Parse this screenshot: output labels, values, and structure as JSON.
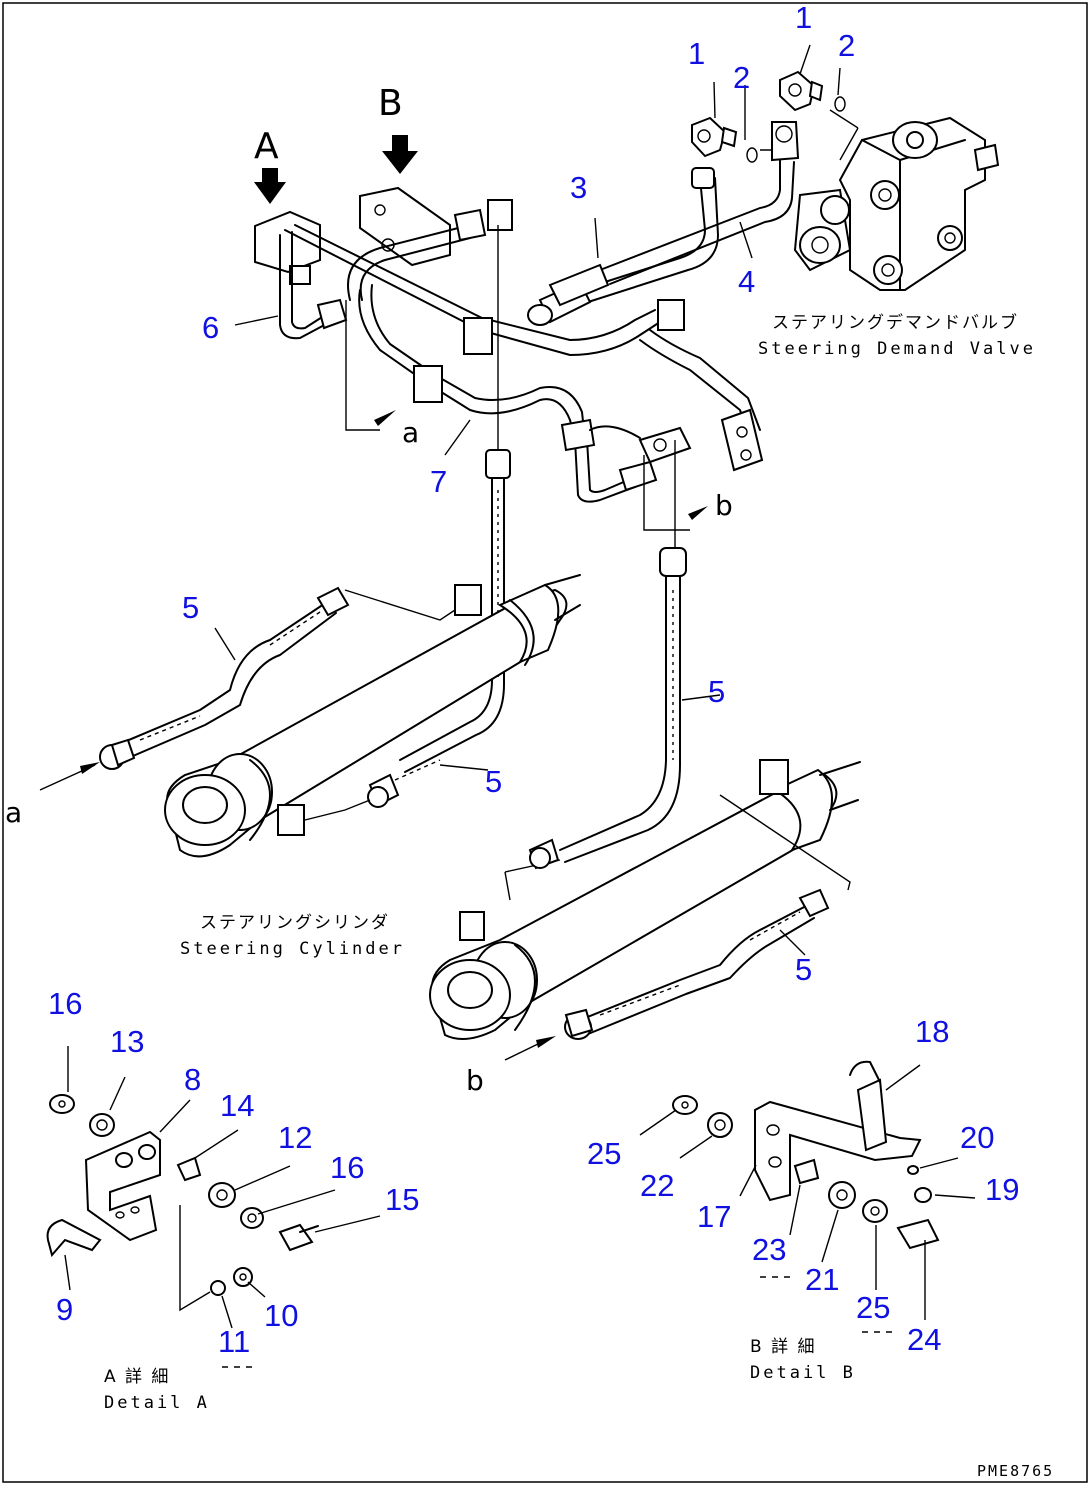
{
  "view_labels": {
    "a": "A",
    "b": "B"
  },
  "callouts": {
    "n1a": "1",
    "n1b": "1",
    "n2a": "2",
    "n2b": "2",
    "n3": "3",
    "n4": "4",
    "n5a": "5",
    "n5b": "5",
    "n5c": "5",
    "n5d": "5",
    "n6": "6",
    "n7": "7",
    "n8": "8",
    "n9": "9",
    "n10": "10",
    "n11": "11",
    "n12": "12",
    "n13": "13",
    "n14": "14",
    "n15": "15",
    "n16a": "16",
    "n16b": "16",
    "n17": "17",
    "n18": "18",
    "n19": "19",
    "n20": "20",
    "n21": "21",
    "n22": "22",
    "n23": "23",
    "n24": "24",
    "n25a": "25",
    "n25b": "25"
  },
  "connection_letters": {
    "a1": "a",
    "a2": "a",
    "b1": "b",
    "b2": "b"
  },
  "captions": {
    "valve_jp": "ステアリングデマンドバルブ",
    "valve_en": "Steering Demand Valve",
    "cylinder_jp": "ステアリングシリンダ",
    "cylinder_en": "Steering Cylinder",
    "detail_a_jp": "A 詳 細",
    "detail_a_en": "Detail A",
    "detail_b_jp": "B 詳 細",
    "detail_b_en": "Detail B"
  },
  "drawing_code": "PME8765"
}
